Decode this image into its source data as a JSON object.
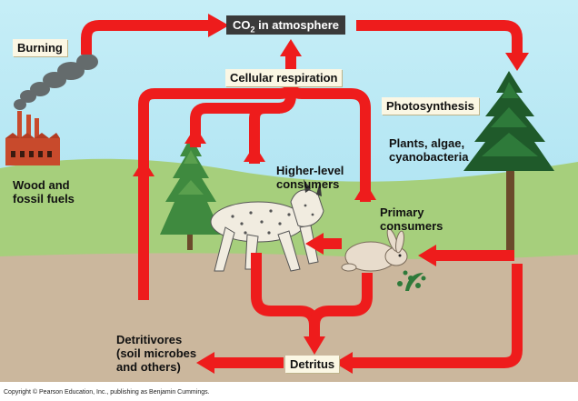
{
  "atmosphere": {
    "prefix": "CO",
    "subscript": "2",
    "suffix": " in atmosphere"
  },
  "labels": {
    "burning": "Burning",
    "cellular_respiration": "Cellular respiration",
    "photosynthesis": "Photosynthesis",
    "producers": "Plants, algae,\ncyanobacteria",
    "fuels": "Wood and\nfossil fuels",
    "higher_consumers": "Higher-level\nconsumers",
    "primary_consumers": "Primary\nconsumers",
    "detritivores": "Detritivores\n(soil microbes\nand others)",
    "detritus": "Detritus"
  },
  "copyright": "Copyright © Pearson Education, Inc., publishing as Benjamin Cummings.",
  "colors": {
    "arrow": "#ee1c1c",
    "sky": "#aee6f4",
    "hill": "#a6cf7c",
    "soil": "#cbb79d"
  },
  "icons": [
    "factory-icon",
    "smoke-icon",
    "tall-tree-icon",
    "small-tree-icon",
    "lynx-icon",
    "rabbit-icon",
    "plant-sprig-icon"
  ]
}
